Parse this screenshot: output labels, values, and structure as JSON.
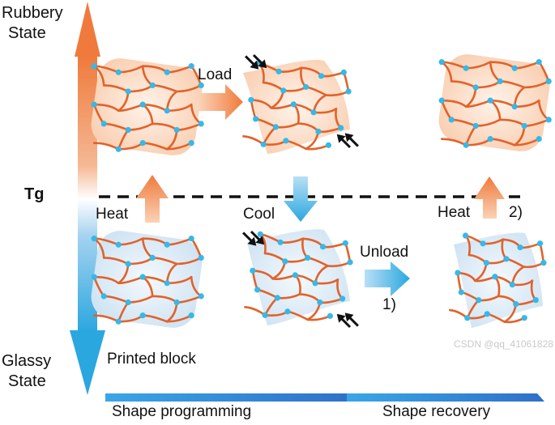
{
  "labels": {
    "rubbery_state": [
      "Rubbery",
      "State"
    ],
    "glassy_state": [
      "Glassy",
      "State"
    ],
    "tg": "Tg",
    "load": "Load",
    "heat_left": "Heat",
    "cool": "Cool",
    "unload": "Unload",
    "step1": "1)",
    "heat_right": "Heat",
    "step2": "2)",
    "printed_block": "Printed block",
    "shape_programming": "Shape programming",
    "shape_recovery": "Shape recovery"
  },
  "watermark": "CSDN @qq_41061828",
  "colors": {
    "orange": "#ef7a3c",
    "blue": "#2aa7df",
    "node": "#35b9e8",
    "fiber": "#e2622a",
    "warm_fill": "#fde6d7",
    "cool_fill": "#e2eef8"
  }
}
